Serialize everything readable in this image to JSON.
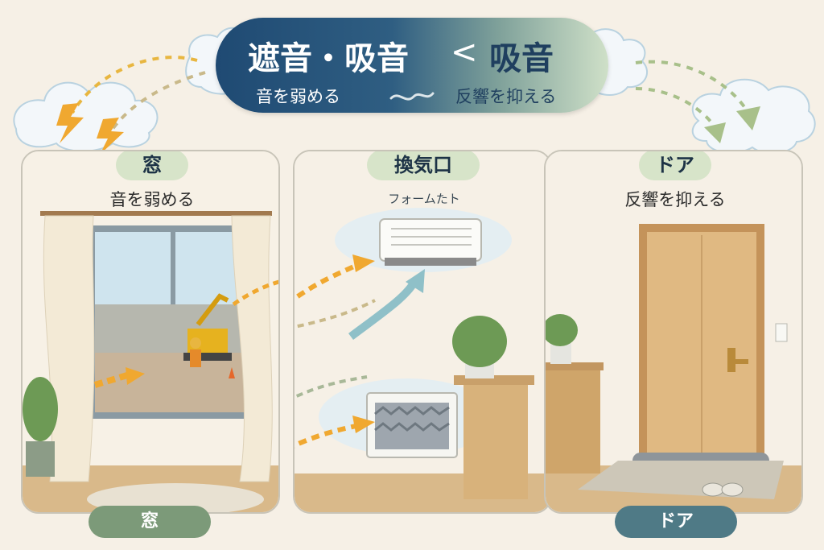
{
  "title": {
    "part1": "遮音・吸音",
    "part2": "吸音",
    "sub_left": "音を弱める",
    "sub_right": "反響を抑える"
  },
  "panels": [
    {
      "label": "窓",
      "caption": "音を弱める",
      "bottom_label": "窓"
    },
    {
      "label": "換気口",
      "caption": "フォームたト"
    },
    {
      "label": "ドア",
      "caption": "反響を抑える",
      "bottom_label": "ドア"
    }
  ],
  "colors": {
    "title_navy": "#1f4a73",
    "title_sage": "#cfe0c8",
    "arrow_orange": "#f0a830",
    "arrow_teal": "#8fc0c8",
    "pill_green": "#d7e4c9",
    "bottom_green": "#7c9a79",
    "bottom_teal": "#4f7a86"
  }
}
